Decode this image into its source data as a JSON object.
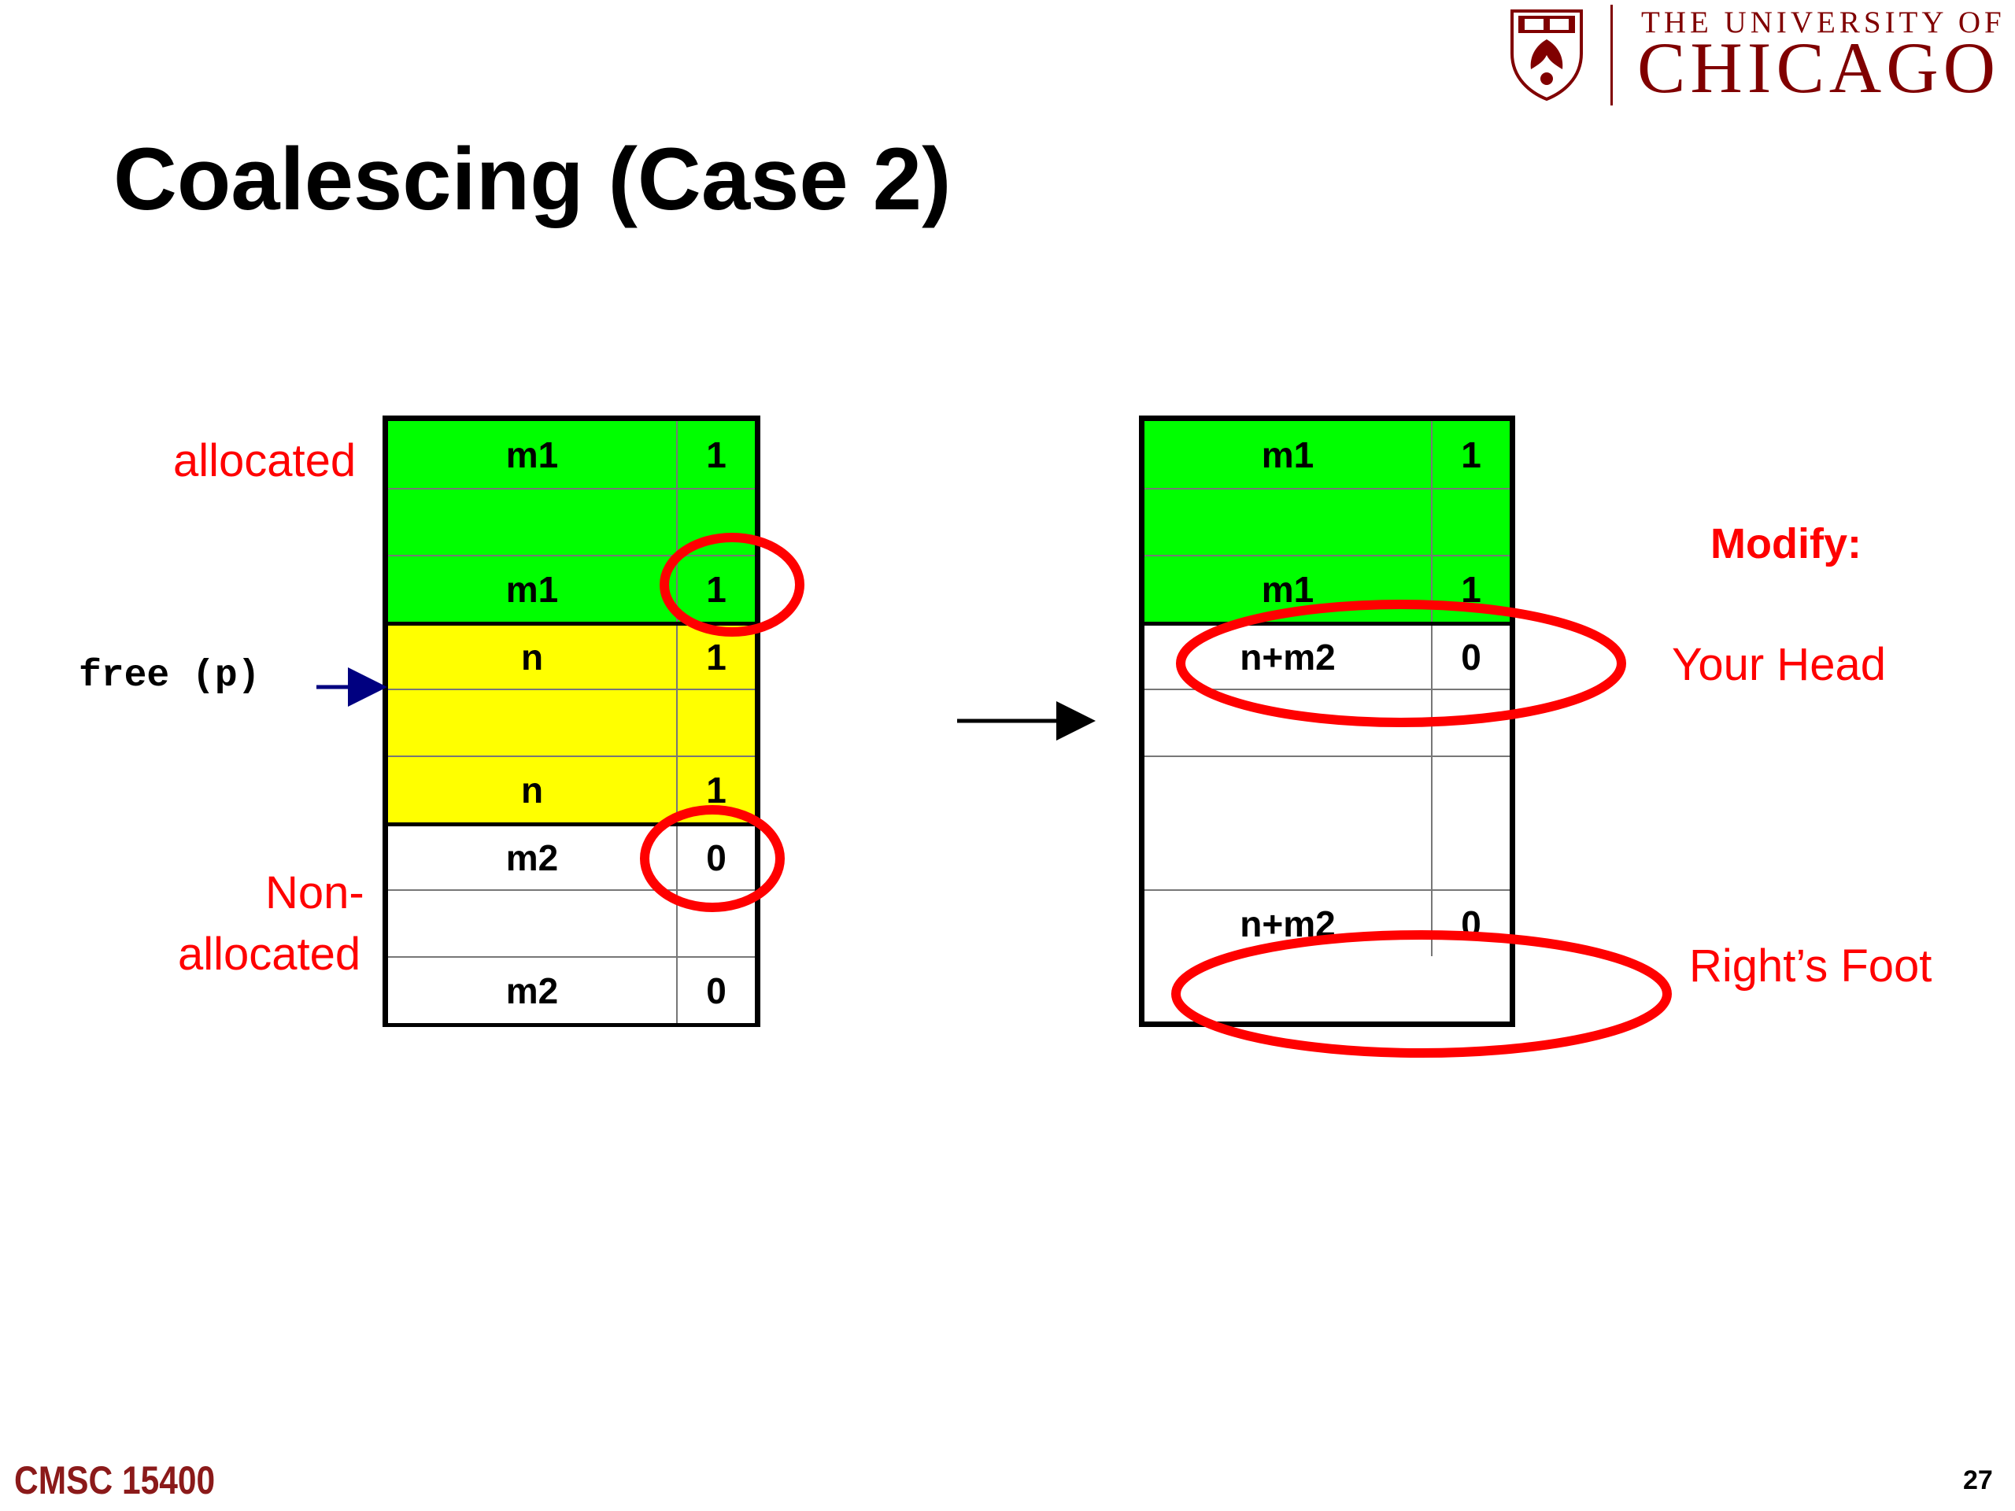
{
  "logo": {
    "line1": "THE UNIVERSITY OF",
    "line2": "CHICAGO",
    "crest_icon": "university-crest-icon",
    "color": "#800000"
  },
  "title": "Coalescing (Case 2)",
  "labels": {
    "allocated": "allocated",
    "free_call": "free (p)",
    "non_allocated_line1": "Non-",
    "non_allocated_line2": "allocated",
    "modify": "Modify:",
    "your_head": "Your Head",
    "rights_foot": "Right’s Foot"
  },
  "before_table": {
    "rows": [
      {
        "size": "m1",
        "flag": "1",
        "color": "#00ff00"
      },
      {
        "size": "",
        "flag": "",
        "color": "#00ff00"
      },
      {
        "size": "m1",
        "flag": "1",
        "color": "#00ff00"
      },
      {
        "size": "n",
        "flag": "1",
        "color": "#ffff00"
      },
      {
        "size": "",
        "flag": "",
        "color": "#ffff00"
      },
      {
        "size": "n",
        "flag": "1",
        "color": "#ffff00"
      },
      {
        "size": "m2",
        "flag": "0",
        "color": "#ffffff"
      },
      {
        "size": "",
        "flag": "",
        "color": "#ffffff"
      },
      {
        "size": "m2",
        "flag": "0",
        "color": "#ffffff"
      }
    ]
  },
  "after_table": {
    "rows": [
      {
        "size": "m1",
        "flag": "1",
        "color": "#00ff00"
      },
      {
        "size": "",
        "flag": "",
        "color": "#00ff00"
      },
      {
        "size": "m1",
        "flag": "1",
        "color": "#00ff00"
      },
      {
        "size": "n+m2",
        "flag": "0",
        "color": "#ffffff"
      },
      {
        "size": "",
        "flag": "",
        "color": "#ffffff"
      },
      {
        "size": "",
        "flag": "",
        "color": "#ffffff"
      },
      {
        "size": "n+m2",
        "flag": "0",
        "color": "#ffffff"
      }
    ]
  },
  "footer": {
    "course": "CMSC 15400",
    "page": "27"
  },
  "colors": {
    "accent_red": "#ff0000",
    "allocated_green": "#00ff00",
    "freed_yellow": "#ffff00",
    "arrow_navy": "#000080"
  }
}
